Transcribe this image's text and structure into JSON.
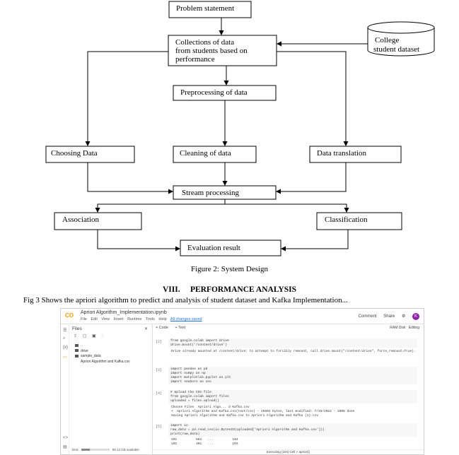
{
  "flowchart": {
    "nodes": {
      "problem": "Problem statement",
      "collection_l1": "Collections of data",
      "collection_l2": "from students based on",
      "collection_l3": "performance",
      "college_l1": "College",
      "college_l2": "student dataset",
      "preprocessing": "Preprocessing of data",
      "choosing": "Choosing Data",
      "cleaning": "Cleaning of data",
      "translation": "Data translation",
      "stream": "Stream processing",
      "association": "Association",
      "classification": "Classification",
      "evaluation": "Evaluation result"
    }
  },
  "figure_caption": "Figure 2: System Design",
  "section_heading": "VIII.     PERFORMANCE ANALYSIS",
  "fig3_text": "Fig 3   Shows the apriori algorithm to predict and analysis of student dataset and Kafka Implementation...",
  "colab": {
    "logo": "CO",
    "title": "Apriori Algorithm_Implementation.ipynb",
    "menu": [
      "File",
      "Edit",
      "View",
      "Insert",
      "Runtime",
      "Tools",
      "Help"
    ],
    "saved": "All changes saved",
    "comment": "Comment",
    "share": "Share",
    "avatar": "K",
    "files_header": "Files",
    "tree": [
      "..",
      "drive",
      "sample_data",
      "Apriori Algorithm and Kafka.csv"
    ],
    "disk_label": "Disk",
    "disk_info": "89.12 GB available",
    "disk_fraction": 0.3,
    "toolbar": [
      "+ Code",
      "+ Text"
    ],
    "ram_label": "RAM",
    "disk_short": "Disk",
    "editing": "Editing",
    "cells": [
      {
        "num": "[2]",
        "code": "from google.colab import drive\ndrive.mount('/content/drive')",
        "output": "Drive already mounted at /content/drive; to attempt to forcibly remount, call drive.mount(\"/content/drive\", force_remount=True)."
      },
      {
        "num": "[3]",
        "code": "import pandas as pd\nimport numpy as np\nimport matplotlib.pyplot as plt\nimport seaborn as sns",
        "output": ""
      },
      {
        "num": "[4]",
        "code": "# Upload the CSV file\nfrom google.colab import files\nuploaded = files.upload()",
        "output": "Choose Files  Apriori Algo... d Kafka.csv\n•  Apriori Algorithm and Kafka.csv(text/csv) - 15602 bytes, last modified: 7/16/2022 - 100% done\nSaving Apriori Algorithm and Kafka.csv to Apriori Algorithm and Kafka (1).csv"
      },
      {
        "num": "[5]",
        "code": "import io\nraw_data = pd.read_csv(io.BytesIO(uploaded['Apriori Algorithm and Kafka.csv']))\nprint(raw_data)",
        "output": "101          504   ...          104\n102          491   ...          103"
      }
    ],
    "status": "Executing (15s)  Cell > apriori()"
  }
}
